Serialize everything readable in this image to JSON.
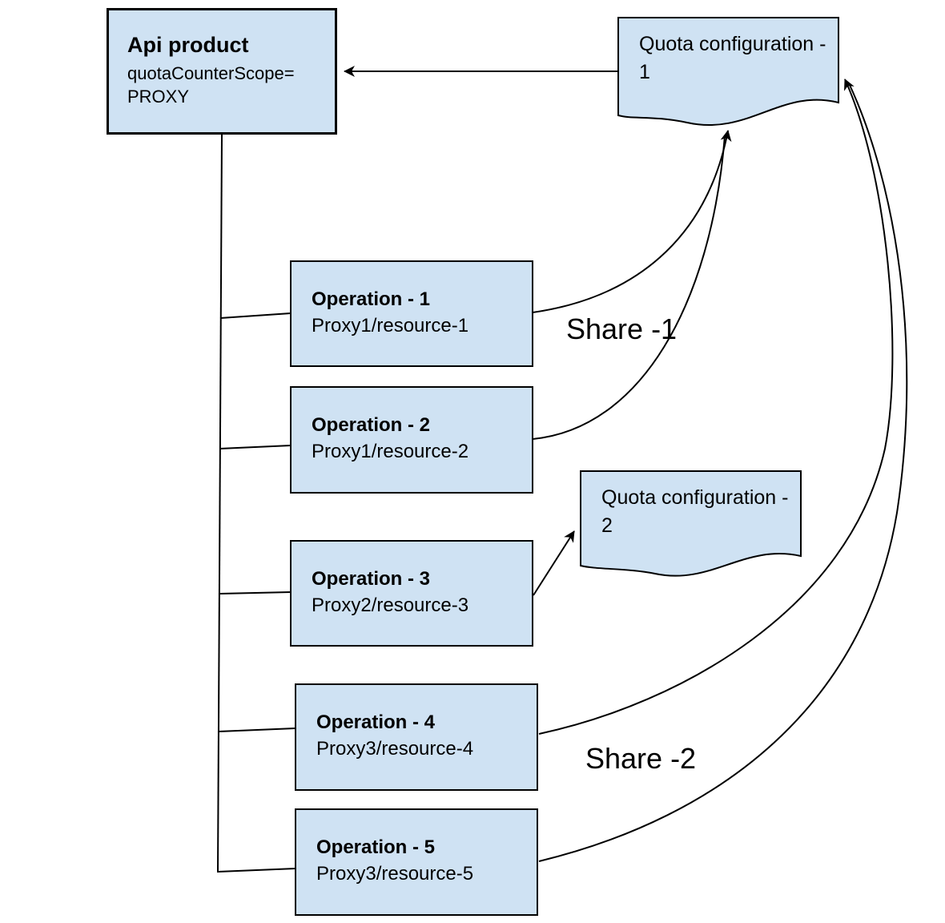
{
  "colors": {
    "node_fill": "#cfe2f3",
    "node_stroke": "#000000",
    "connector": "#000000",
    "text": "#000000"
  },
  "api_product": {
    "title": "Api product",
    "subtitle_line1": "quotaCounterScope=",
    "subtitle_line2": "PROXY"
  },
  "quota_configs": [
    {
      "label": "Quota configuration - 1"
    },
    {
      "label": "Quota configuration - 2"
    }
  ],
  "operations": [
    {
      "title": "Operation - 1",
      "path": "Proxy1/resource-1"
    },
    {
      "title": "Operation - 2",
      "path": "Proxy1/resource-2"
    },
    {
      "title": "Operation - 3",
      "path": "Proxy2/resource-3"
    },
    {
      "title": "Operation - 4",
      "path": "Proxy3/resource-4"
    },
    {
      "title": "Operation - 5",
      "path": "Proxy3/resource-5"
    }
  ],
  "share_labels": [
    {
      "text": "Share -1"
    },
    {
      "text": "Share -2"
    }
  ]
}
